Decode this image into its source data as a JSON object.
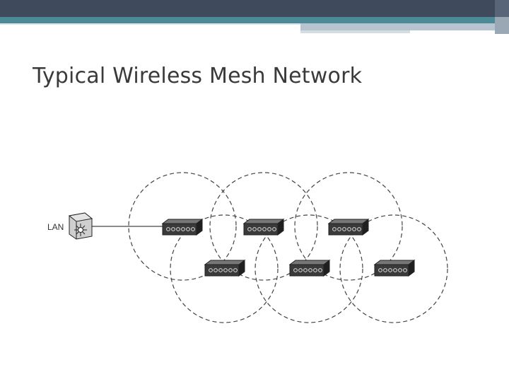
{
  "slide": {
    "title": "Typical Wireless Mesh Network"
  },
  "diagram": {
    "lan_label": "LAN",
    "node_count": 6,
    "coverage_style": "dashed",
    "colors": {
      "header_dark": "#3f4a5c",
      "header_teal": "#4b8a97",
      "header_light": "#b7c3cf",
      "line": "#444444",
      "device_body": "#2f2f2f",
      "device_face": "#555555"
    }
  }
}
